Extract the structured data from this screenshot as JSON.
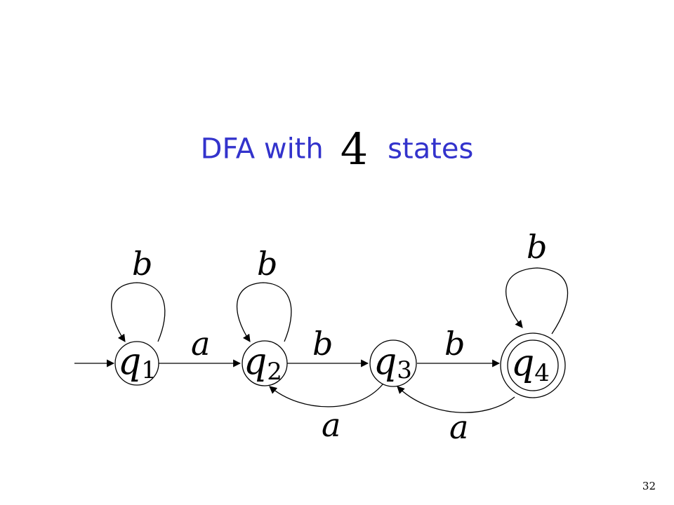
{
  "title": {
    "prefix": "DFA with",
    "count": "4",
    "suffix": "states"
  },
  "states": [
    {
      "id": "q1",
      "name": "q",
      "index": "1",
      "start": true,
      "accepting": false
    },
    {
      "id": "q2",
      "name": "q",
      "index": "2",
      "start": false,
      "accepting": false
    },
    {
      "id": "q3",
      "name": "q",
      "index": "3",
      "start": false,
      "accepting": false
    },
    {
      "id": "q4",
      "name": "q",
      "index": "4",
      "start": false,
      "accepting": true
    }
  ],
  "transitions": [
    {
      "from": "q1",
      "to": "q1",
      "symbol": "b"
    },
    {
      "from": "q1",
      "to": "q2",
      "symbol": "a"
    },
    {
      "from": "q2",
      "to": "q2",
      "symbol": "b"
    },
    {
      "from": "q2",
      "to": "q3",
      "symbol": "b"
    },
    {
      "from": "q3",
      "to": "q2",
      "symbol": "a"
    },
    {
      "from": "q3",
      "to": "q4",
      "symbol": "b"
    },
    {
      "from": "q4",
      "to": "q4",
      "symbol": "b"
    },
    {
      "from": "q4",
      "to": "q3",
      "symbol": "a"
    }
  ],
  "page_number": "32"
}
